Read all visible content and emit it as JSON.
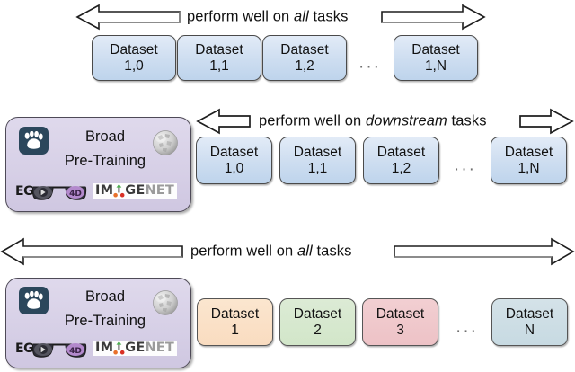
{
  "figure": {
    "title": "Broad pre-training and downstream dataset diagram",
    "background": "#ffffff"
  },
  "arrows": [
    {
      "id": "arrow-top",
      "label_prefix": "perform well on ",
      "label_emphasis": "all",
      "label_suffix": " tasks",
      "direction": "double",
      "style": "outline"
    },
    {
      "id": "arrow-middle",
      "label_prefix": "perform well on ",
      "label_emphasis": "downstream",
      "label_suffix": " tasks",
      "direction": "double",
      "style": "outline-short"
    },
    {
      "id": "arrow-bottom",
      "label_prefix": "perform well on ",
      "label_emphasis": "all",
      "label_suffix": " tasks",
      "direction": "double",
      "style": "outline-wide"
    }
  ],
  "pretraining": {
    "title_line1": "Broad",
    "title_line2": "Pre-Training",
    "logos": {
      "baidu": {
        "name": "baidu-paw-logo",
        "tile_color": "#2b475c",
        "glyph_color": "#ffffff"
      },
      "wikipedia": {
        "name": "wikipedia-globe-logo",
        "color": "#b9b9b9"
      },
      "ego4d": {
        "prefix": "EG",
        "suffix": "4D",
        "lens_left_color": "#3c3c46",
        "lens_right_color": "#a87ec0"
      },
      "imagenet": {
        "part1": "IM",
        "part2": "GE",
        "part3": "NET",
        "dark": "#3a3a3a",
        "light": "#9b9b9b"
      }
    },
    "panel_color": "#d6cfe6"
  },
  "rows": [
    {
      "id": "row-1",
      "has_pretraining": false,
      "ellipsis": "···",
      "boxes": [
        {
          "l1": "Dataset",
          "l2": "1,0",
          "color": "blue"
        },
        {
          "l1": "Dataset",
          "l2": "1,1",
          "color": "blue"
        },
        {
          "l1": "Dataset",
          "l2": "1,2",
          "color": "blue"
        },
        {
          "l1": "Dataset",
          "l2": "1,N",
          "color": "blue"
        }
      ]
    },
    {
      "id": "row-2",
      "has_pretraining": true,
      "ellipsis": "···",
      "boxes": [
        {
          "l1": "Dataset",
          "l2": "1,0",
          "color": "blue"
        },
        {
          "l1": "Dataset",
          "l2": "1,1",
          "color": "blue"
        },
        {
          "l1": "Dataset",
          "l2": "1,2",
          "color": "blue"
        },
        {
          "l1": "Dataset",
          "l2": "1,N",
          "color": "blue"
        }
      ]
    },
    {
      "id": "row-3",
      "has_pretraining": true,
      "ellipsis": "···",
      "boxes": [
        {
          "l1": "Dataset",
          "l2": "1",
          "color": "peach"
        },
        {
          "l1": "Dataset",
          "l2": "2",
          "color": "green"
        },
        {
          "l1": "Dataset",
          "l2": "3",
          "color": "rose"
        },
        {
          "l1": "Dataset",
          "l2": "N",
          "color": "steel"
        }
      ]
    }
  ],
  "colors": {
    "blue": "#cdddf0",
    "peach": "#f9dcc0",
    "green": "#d2e6c9",
    "rose": "#edc2c6",
    "steel": "#c7dae2",
    "lavender": "#d6cfe6",
    "stroke": "#4a4a4a"
  }
}
